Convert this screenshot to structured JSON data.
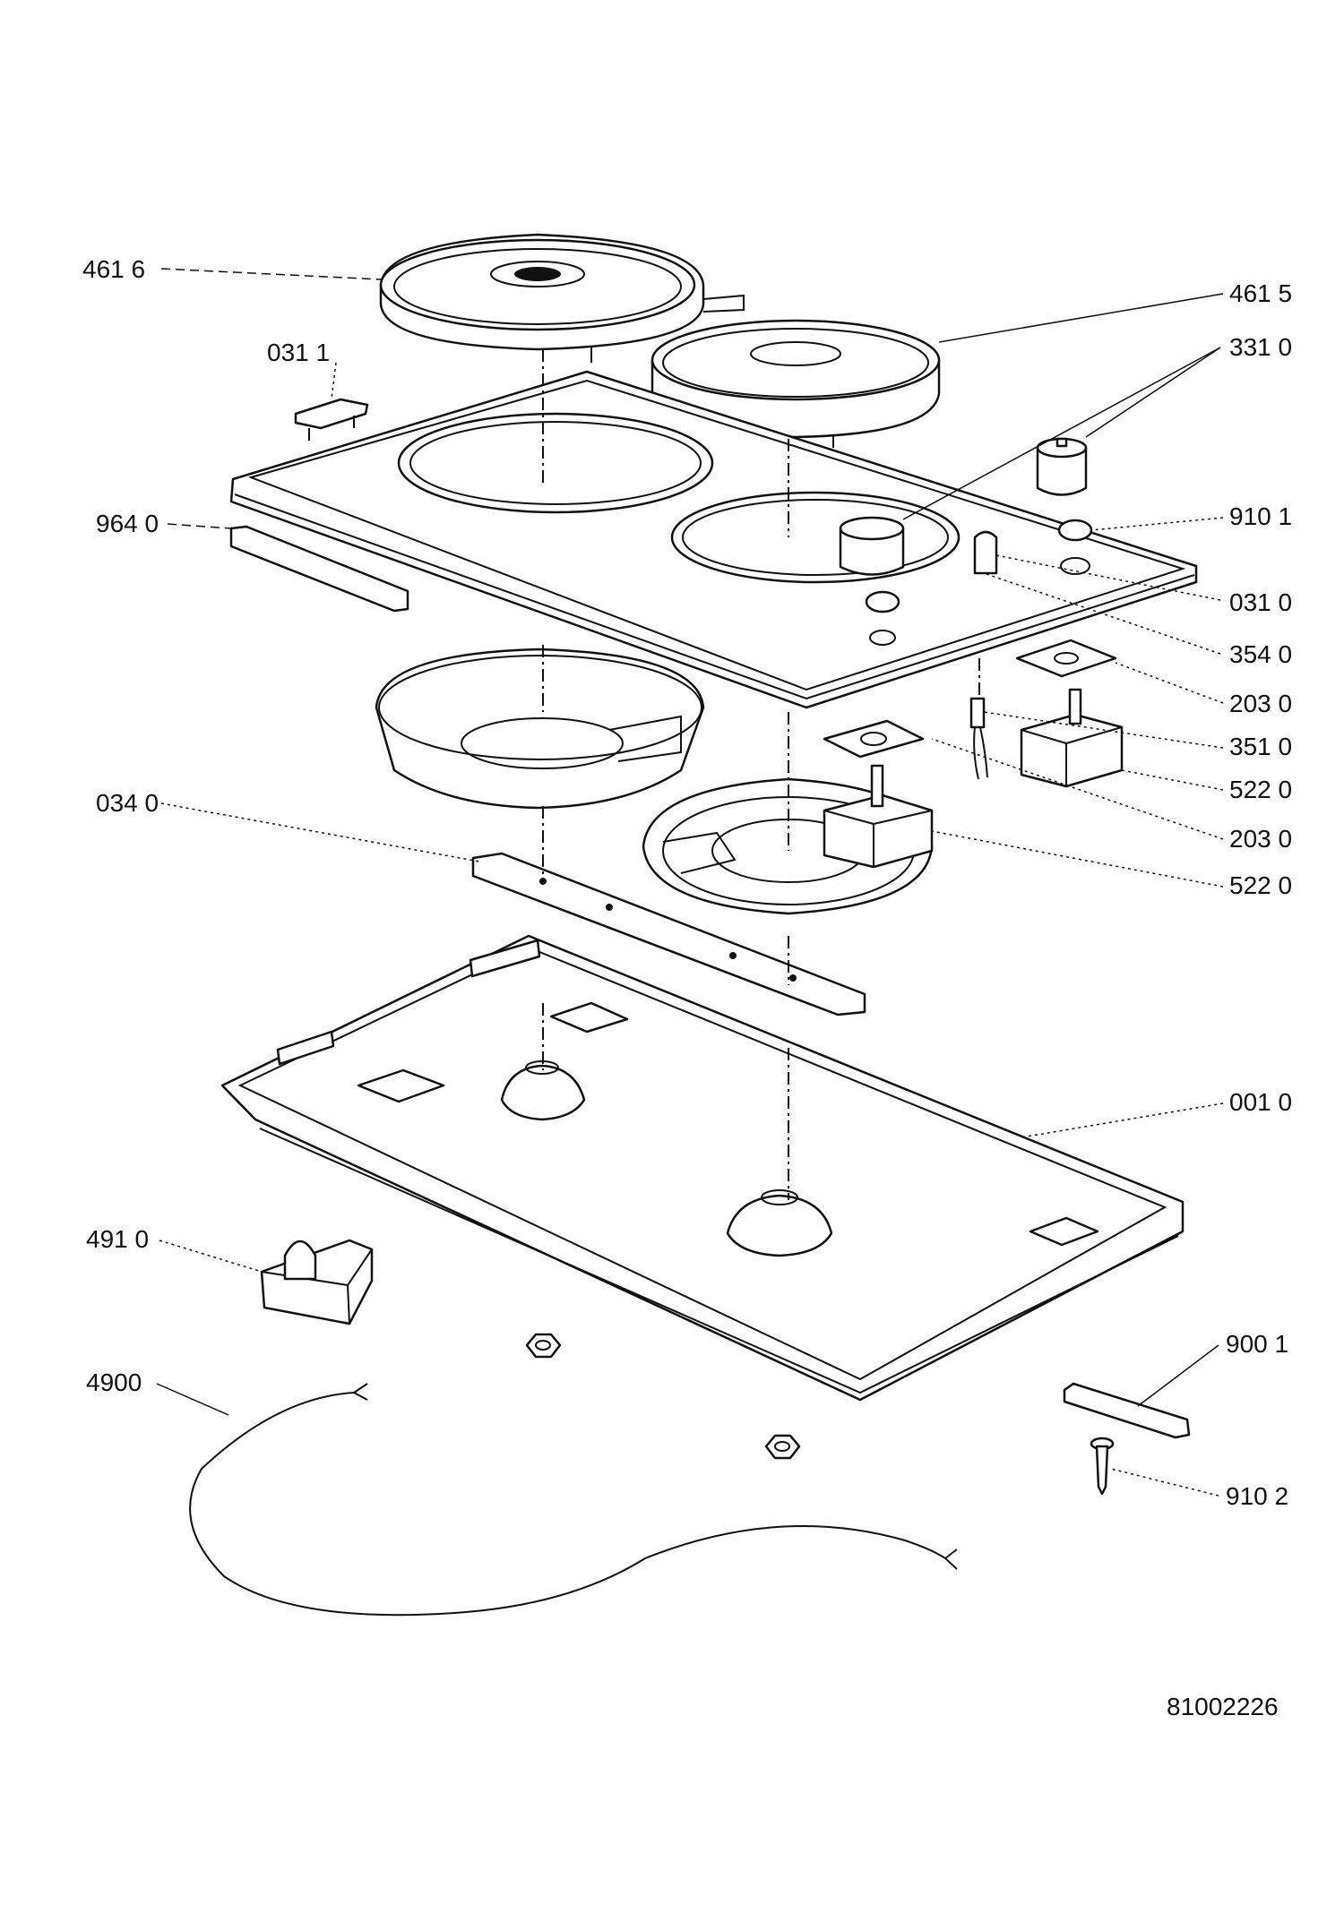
{
  "callouts": [
    {
      "id": "c-4616",
      "text": "461 6"
    },
    {
      "id": "c-4615",
      "text": "461 5"
    },
    {
      "id": "c-0311",
      "text": "031 1"
    },
    {
      "id": "c-3310",
      "text": "331 0"
    },
    {
      "id": "c-9640",
      "text": "964 0"
    },
    {
      "id": "c-9101",
      "text": "910 1"
    },
    {
      "id": "c-0310",
      "text": "031 0"
    },
    {
      "id": "c-3540",
      "text": "354 0"
    },
    {
      "id": "c-2030a",
      "text": "203 0"
    },
    {
      "id": "c-3510",
      "text": "351 0"
    },
    {
      "id": "c-0340",
      "text": "034 0"
    },
    {
      "id": "c-5220a",
      "text": "522 0"
    },
    {
      "id": "c-2030b",
      "text": "203 0"
    },
    {
      "id": "c-5220b",
      "text": "522 0"
    },
    {
      "id": "c-0010",
      "text": "001 0"
    },
    {
      "id": "c-4910",
      "text": "491 0"
    },
    {
      "id": "c-9001",
      "text": "900 1"
    },
    {
      "id": "c-4900",
      "text": "4900"
    },
    {
      "id": "c-9102",
      "text": "910 2"
    }
  ],
  "drawing_number": "81002226"
}
